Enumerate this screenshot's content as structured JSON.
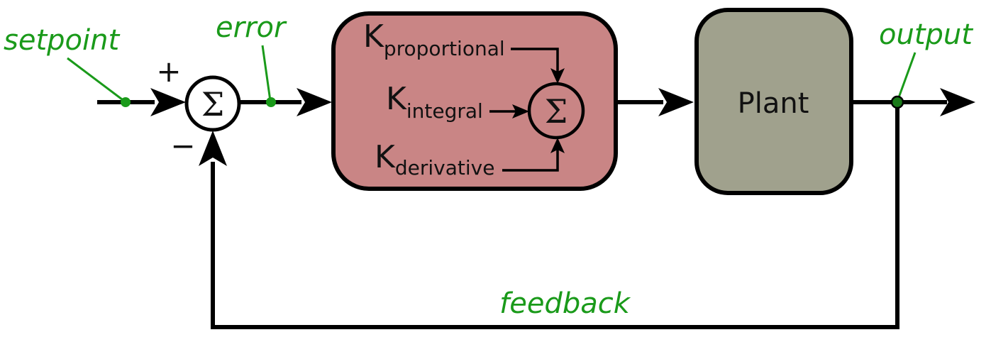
{
  "labels": {
    "setpoint": "setpoint",
    "error": "error",
    "output": "output",
    "feedback": "feedback"
  },
  "summing_junction": {
    "symbol": "Σ",
    "plus_sign": "+",
    "minus_sign": "−"
  },
  "controller": {
    "terms": [
      {
        "base": "K",
        "subscript": "proportional"
      },
      {
        "base": "K",
        "subscript": "integral"
      },
      {
        "base": "K",
        "subscript": "derivative"
      }
    ],
    "sum_symbol": "Σ"
  },
  "plant": {
    "label": "Plant"
  },
  "colors": {
    "label_green": "#1a9a1a",
    "controller_fill": "#c98585",
    "plant_fill": "#a0a18d",
    "stroke": "#000000"
  }
}
